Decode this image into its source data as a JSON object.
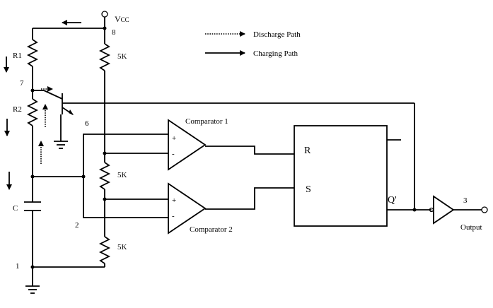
{
  "diagram": {
    "supply": {
      "prefix": "V",
      "suffix": "CC"
    },
    "pins": {
      "vcc": "8",
      "discharge": "7",
      "threshold": "6",
      "trigger": "2",
      "ground": "1",
      "output": "3"
    },
    "components": {
      "r1": "R1",
      "r2": "R2",
      "capacitor": "C",
      "divider_top": "5K",
      "divider_mid": "5K",
      "divider_bot": "5K",
      "comparator1": "Comparator 1",
      "comparator2": "Comparator 2",
      "plus": "+",
      "minus": "-",
      "flipflop_r": "R",
      "flipflop_s": "S",
      "flipflop_qbar": "Q'",
      "output": "Output"
    },
    "legend": {
      "discharge": "Discharge Path",
      "charging": "Charging Path"
    }
  }
}
